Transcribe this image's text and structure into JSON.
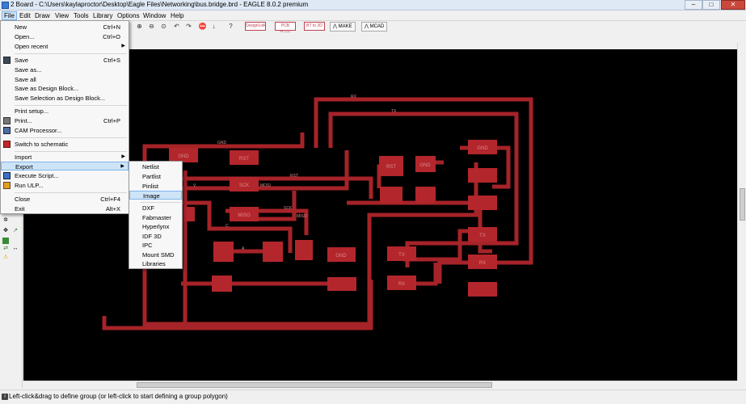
{
  "window": {
    "title": "2 Board - C:\\Users\\kaylaproctor\\Desktop\\Eagle Files\\Networking\\bus.bridge.brd - EAGLE 8.0.2 premium",
    "controls": [
      "–",
      "□",
      "✕"
    ]
  },
  "menubar": {
    "items": [
      "File",
      "Edit",
      "Draw",
      "View",
      "Tools",
      "Library",
      "Options",
      "Window",
      "Help"
    ],
    "active": "File"
  },
  "toolbar": {
    "badges": [
      "DesignLink",
      "PCB Quote",
      "BT to 3D"
    ],
    "make_label": "MAKE",
    "mcad_label": "MCAD"
  },
  "file_menu": {
    "items": [
      {
        "label": "New",
        "shortcut": "Ctrl+N"
      },
      {
        "label": "Open...",
        "shortcut": "Ctrl+O"
      },
      {
        "label": "Open recent",
        "submenu": true
      },
      {
        "label": "Save",
        "shortcut": "Ctrl+S",
        "icon": "save-icon"
      },
      {
        "label": "Save as..."
      },
      {
        "label": "Save all"
      },
      {
        "label": "Save as Design Block..."
      },
      {
        "label": "Save Selection as Design Block..."
      },
      {
        "label": "Print setup..."
      },
      {
        "label": "Print...",
        "shortcut": "Ctrl+P",
        "icon": "print-icon"
      },
      {
        "label": "CAM Processor...",
        "icon": "cam-icon"
      },
      {
        "label": "Switch to schematic",
        "icon": "schematic-icon"
      },
      {
        "label": "Import",
        "submenu": true
      },
      {
        "label": "Export",
        "submenu": true
      },
      {
        "label": "Execute Script...",
        "icon": "script-icon"
      },
      {
        "label": "Run ULP...",
        "icon": "ulp-icon"
      },
      {
        "label": "Close",
        "shortcut": "Ctrl+F4"
      },
      {
        "label": "Exit",
        "shortcut": "Alt+X"
      }
    ],
    "highlighted": "Export"
  },
  "export_submenu": {
    "items": [
      "Netlist",
      "Partlist",
      "Pinlist",
      "Image",
      "DXF",
      "Fabmaster",
      "Hyperlynx",
      "IDF 3D",
      "IPC",
      "Mount SMD",
      "Libraries"
    ],
    "highlighted": "Image"
  },
  "board": {
    "trace_color": "#a62329",
    "pad_color": "#b3262c",
    "label_color": "#d98a8c",
    "pads": [
      {
        "id": "rst-pad",
        "label": "RST"
      },
      {
        "id": "sck-pad",
        "label": "SCK"
      },
      {
        "id": "miso-pad",
        "label": "MISO"
      },
      {
        "id": "rst-right-pad",
        "label": "RST"
      },
      {
        "id": "gnd-right-pad",
        "label": "GND"
      },
      {
        "id": "gnd-top-right-pad",
        "label": "GND"
      },
      {
        "id": "tx-pad",
        "label": "TX"
      },
      {
        "id": "rx-pad",
        "label": "RX"
      },
      {
        "id": "tx-lower-pad",
        "label": "TX"
      },
      {
        "id": "rx-lower-pad",
        "label": "RX"
      },
      {
        "id": "gnd-mid-pad",
        "label": "GND"
      },
      {
        "id": "gnd-upper-pad",
        "label": "GND"
      }
    ],
    "nets": [
      "RX",
      "TX",
      "GND",
      "RST",
      "SCK",
      "MISO",
      "MOSI",
      "V",
      "C",
      "A"
    ]
  },
  "status": {
    "text": "Left-click&drag to define group (or left-click to start defining a group polygon)"
  }
}
